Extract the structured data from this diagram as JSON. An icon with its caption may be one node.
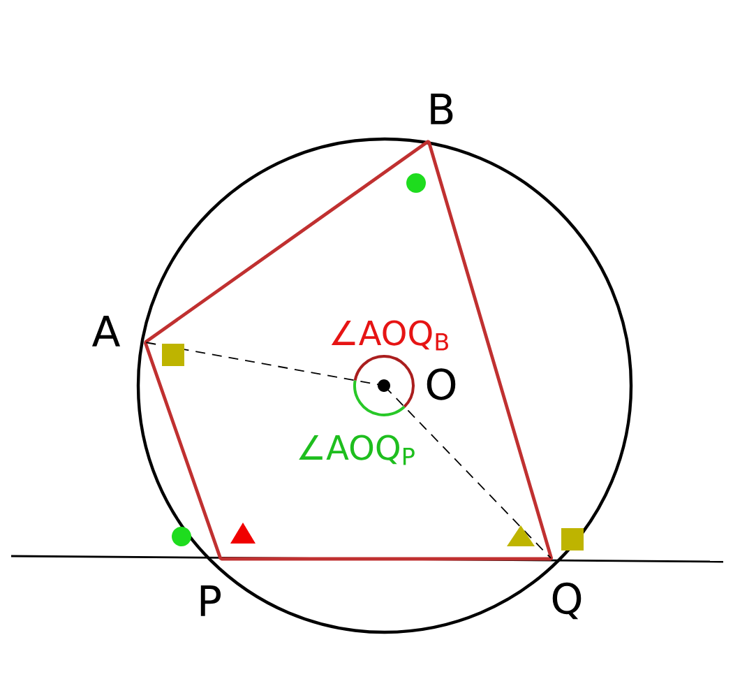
{
  "diagram": {
    "nodes": [
      {
        "text": [
          "A"
        ]
      },
      {
        "text": [
          "B"
        ]
      },
      {
        "text": [
          "O"
        ]
      },
      {
        "text": [
          "P"
        ]
      },
      {
        "text": [
          "Q"
        ]
      }
    ],
    "edges": [
      {
        "from": 0,
        "to": 1,
        "arrow": "none"
      },
      {
        "from": 1,
        "to": 4,
        "arrow": "none"
      },
      {
        "from": 4,
        "to": 3,
        "arrow": "none"
      },
      {
        "from": 3,
        "to": 0,
        "arrow": "none"
      },
      {
        "from": 0,
        "to": 2,
        "arrow": "none",
        "style": "dashed",
        "color": "#000000"
      },
      {
        "from": 2,
        "to": 4,
        "arrow": "none",
        "style": "dashed",
        "color": "#000000"
      }
    ],
    "labels": [
      "∠AOQ$_{B}$",
      "∠AOQ$_{P}$"
    ]
  }
}
